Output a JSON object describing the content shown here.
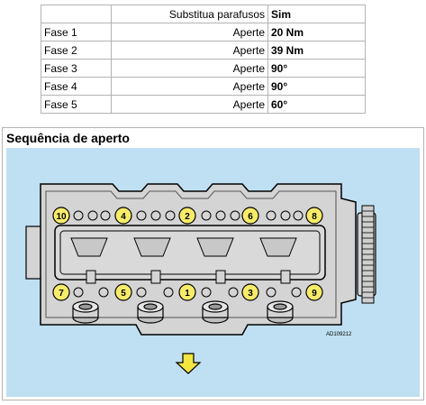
{
  "table": {
    "header": {
      "col1": "",
      "col2": "Substitua parafusos",
      "col3": "Sim"
    },
    "rows": [
      {
        "stage": "Fase 1",
        "action": "Aperte",
        "value": "20 Nm"
      },
      {
        "stage": "Fase 2",
        "action": "Aperte",
        "value": "39 Nm"
      },
      {
        "stage": "Fase 3",
        "action": "Aperte",
        "value": "90°"
      },
      {
        "stage": "Fase 4",
        "action": "Aperte",
        "value": "90°"
      },
      {
        "stage": "Fase 5",
        "action": "Aperte",
        "value": "60°"
      }
    ]
  },
  "diagram": {
    "title": "Sequência de aperto",
    "image_code": "AD109212",
    "bolts_top": [
      "10",
      "4",
      "2",
      "6",
      "8"
    ],
    "bolts_bottom": [
      "7",
      "5",
      "1",
      "3",
      "9"
    ],
    "colors": {
      "background": "#bfe0f2",
      "marker": "#f7ec6a",
      "arrow": "#f4e640",
      "head": "#d4d4d4"
    }
  }
}
